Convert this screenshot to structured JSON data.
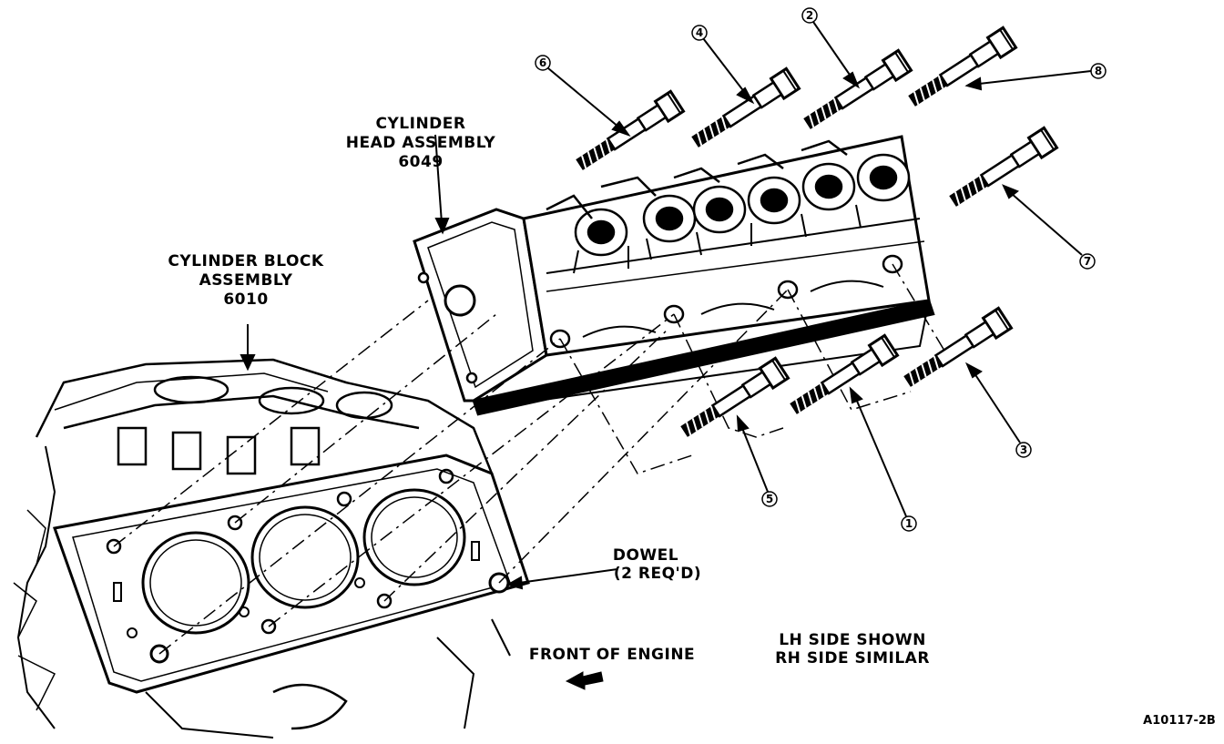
{
  "labels": {
    "cylinder_head_line1": "CYLINDER",
    "cylinder_head_line2": "HEAD ASSEMBLY",
    "cylinder_head_part": "6049",
    "cylinder_block_line1": "CYLINDER BLOCK",
    "cylinder_block_line2": "ASSEMBLY",
    "cylinder_block_part": "6010",
    "dowel_line1": "DOWEL",
    "dowel_line2": "(2 REQ'D)",
    "front_of_engine": "FRONT OF ENGINE",
    "side_line1": "LH SIDE SHOWN",
    "side_line2": "RH SIDE SIMILAR",
    "figure_id": "A10117-2B"
  },
  "bolt_numbers": {
    "b1": "1",
    "b2": "2",
    "b3": "3",
    "b4": "4",
    "b5": "5",
    "b6": "6",
    "b7": "7",
    "b8": "8"
  }
}
